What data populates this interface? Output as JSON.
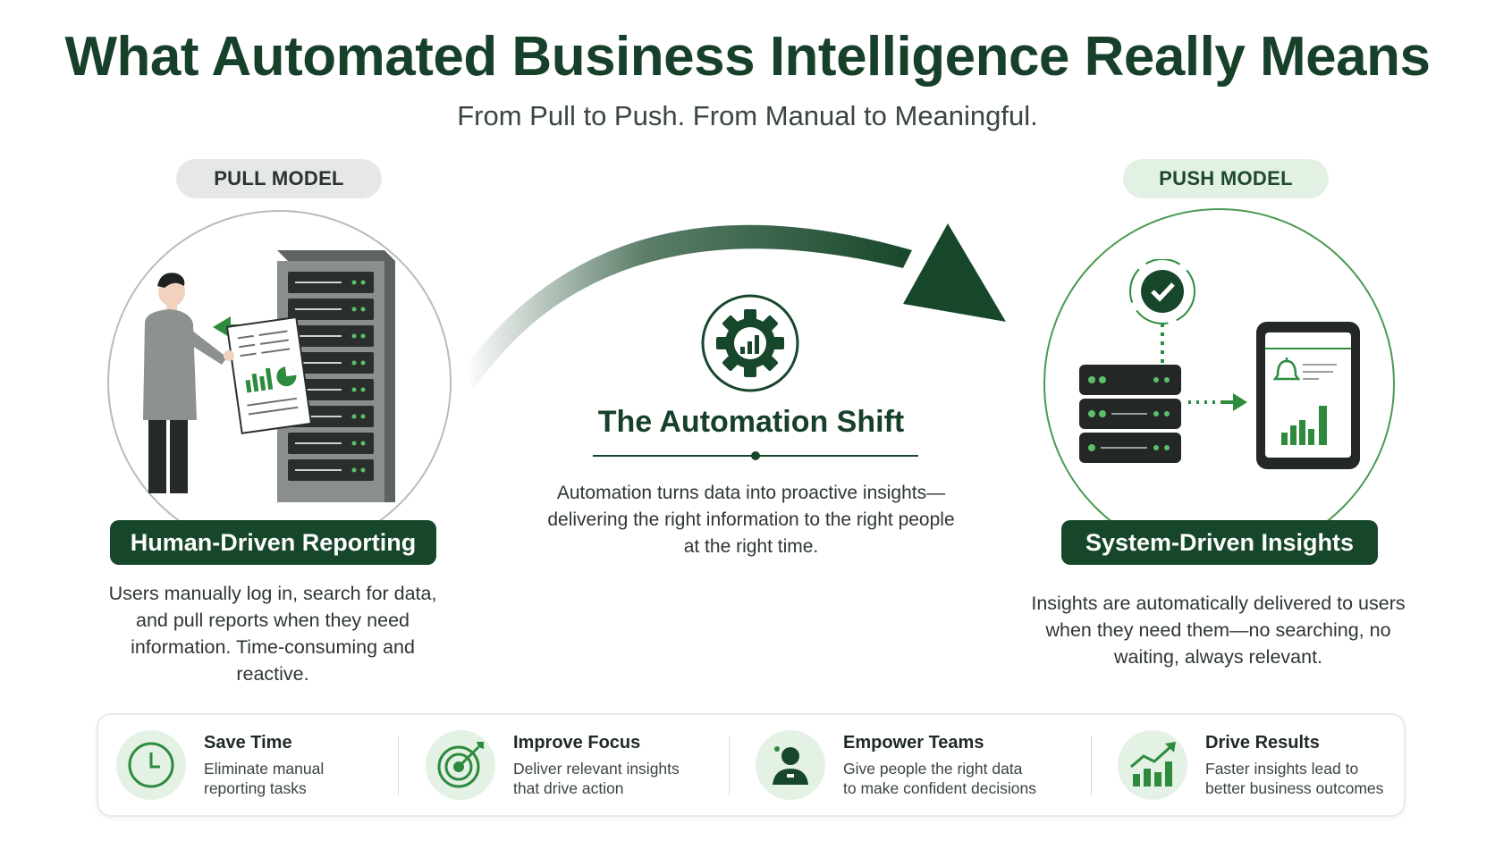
{
  "header": {
    "title": "What Automated Business Intelligence Really Means",
    "subtitle": "From Pull to Push. From Manual to Meaningful."
  },
  "pull_model": {
    "pill": "PULL MODEL",
    "label": "Human-Driven Reporting",
    "description": "Users manually log in, search for data, and pull reports when they need information. Time-consuming and reactive."
  },
  "center": {
    "title": "The Automation Shift",
    "description": "Automation turns data into proactive insights—delivering the right information to the right people at the right time."
  },
  "push_model": {
    "pill": "PUSH MODEL",
    "label": "System-Driven Insights",
    "description": "Insights are automatically delivered to users when they need them—no searching, no waiting, always relevant."
  },
  "benefits": [
    {
      "title": "Save Time",
      "text": "Eliminate manual\nreporting tasks",
      "icon": "clock-icon"
    },
    {
      "title": "Improve Focus",
      "text": "Deliver relevant insights\nthat drive action",
      "icon": "target-icon"
    },
    {
      "title": "Empower Teams",
      "text": "Give people the right data\nto make confident decisions",
      "icon": "person-icon"
    },
    {
      "title": "Drive Results",
      "text": "Faster insights lead to\nbetter business outcomes",
      "icon": "growth-chart-icon"
    }
  ],
  "colors": {
    "dark_green": "#17472a",
    "accent_green": "#2e8b3e",
    "light_green": "#e4f1e5",
    "gray_pill": "#e6e8e7"
  }
}
